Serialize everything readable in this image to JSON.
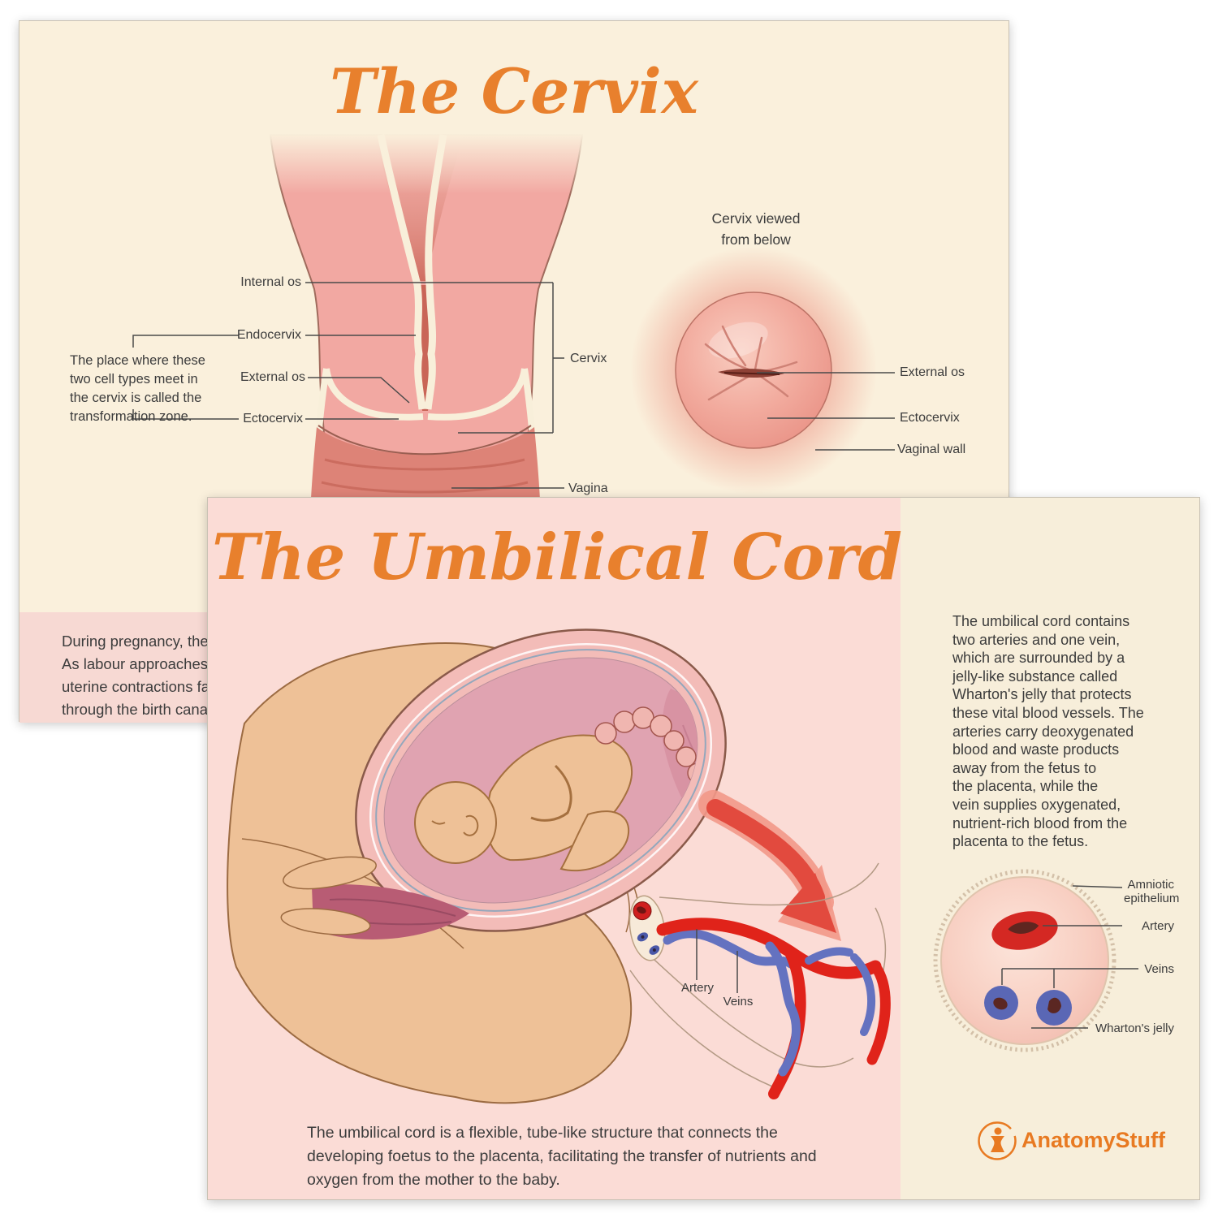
{
  "poster_cervix": {
    "title": "The Cervix",
    "labels": {
      "internal_os": "Internal os",
      "endocervix": "Endocervix",
      "external_os": "External os",
      "ectocervix": "Ectocervix",
      "cervix": "Cervix",
      "vagina": "Vagina"
    },
    "transformation_note_lines": [
      "The place where these",
      "two cell types meet in",
      "the cervix is called the",
      "transformation zone."
    ],
    "below_view": {
      "heading_lines": [
        "Cervix viewed",
        "from below"
      ],
      "labels": {
        "external_os": "External os",
        "ectocervix": "Ectocervix",
        "vaginal_wall": "Vaginal wall"
      }
    },
    "footer_lines": [
      "During pregnancy, the",
      "As labour approaches",
      "uterine contractions fa",
      "through the birth cana"
    ]
  },
  "poster_umbilical": {
    "title": "The Umbilical Cord",
    "sidebar_lines": [
      "The umbilical cord contains",
      "two arteries and one vein,",
      "which are surrounded by a",
      "jelly-like substance called",
      "Wharton's jelly that protects",
      "these vital blood vessels. The",
      "arteries carry deoxygenated",
      "blood and waste products",
      "away from the fetus to",
      "the placenta, while the",
      "vein supplies oxygenated,",
      "nutrient-rich blood from the",
      "placenta to the fetus."
    ],
    "cord_labels": {
      "artery": "Artery",
      "veins": "Veins"
    },
    "cross_section_labels": {
      "amniotic_epithelium": "Amniotic epithelium",
      "artery": "Artery",
      "veins": "Veins",
      "whartons_jelly": "Wharton's jelly"
    },
    "bottom_lines": [
      "The umbilical cord is a flexible, tube-like structure that connects the",
      "developing foetus to the placenta, facilitating the transfer of nutrients and",
      "oxygen from the mother to the baby."
    ],
    "logo": {
      "brand": "AnatomyStuff"
    }
  },
  "colors": {
    "accent_orange": "#e8802d",
    "poster_cream": "#faf0dc",
    "poster_pink": "#fbdcd6",
    "sidebar_cream": "#f7eeda",
    "footer_pink": "#f7d9d3",
    "artery_red": "#d42823",
    "vein_blue": "#5a67b5"
  }
}
